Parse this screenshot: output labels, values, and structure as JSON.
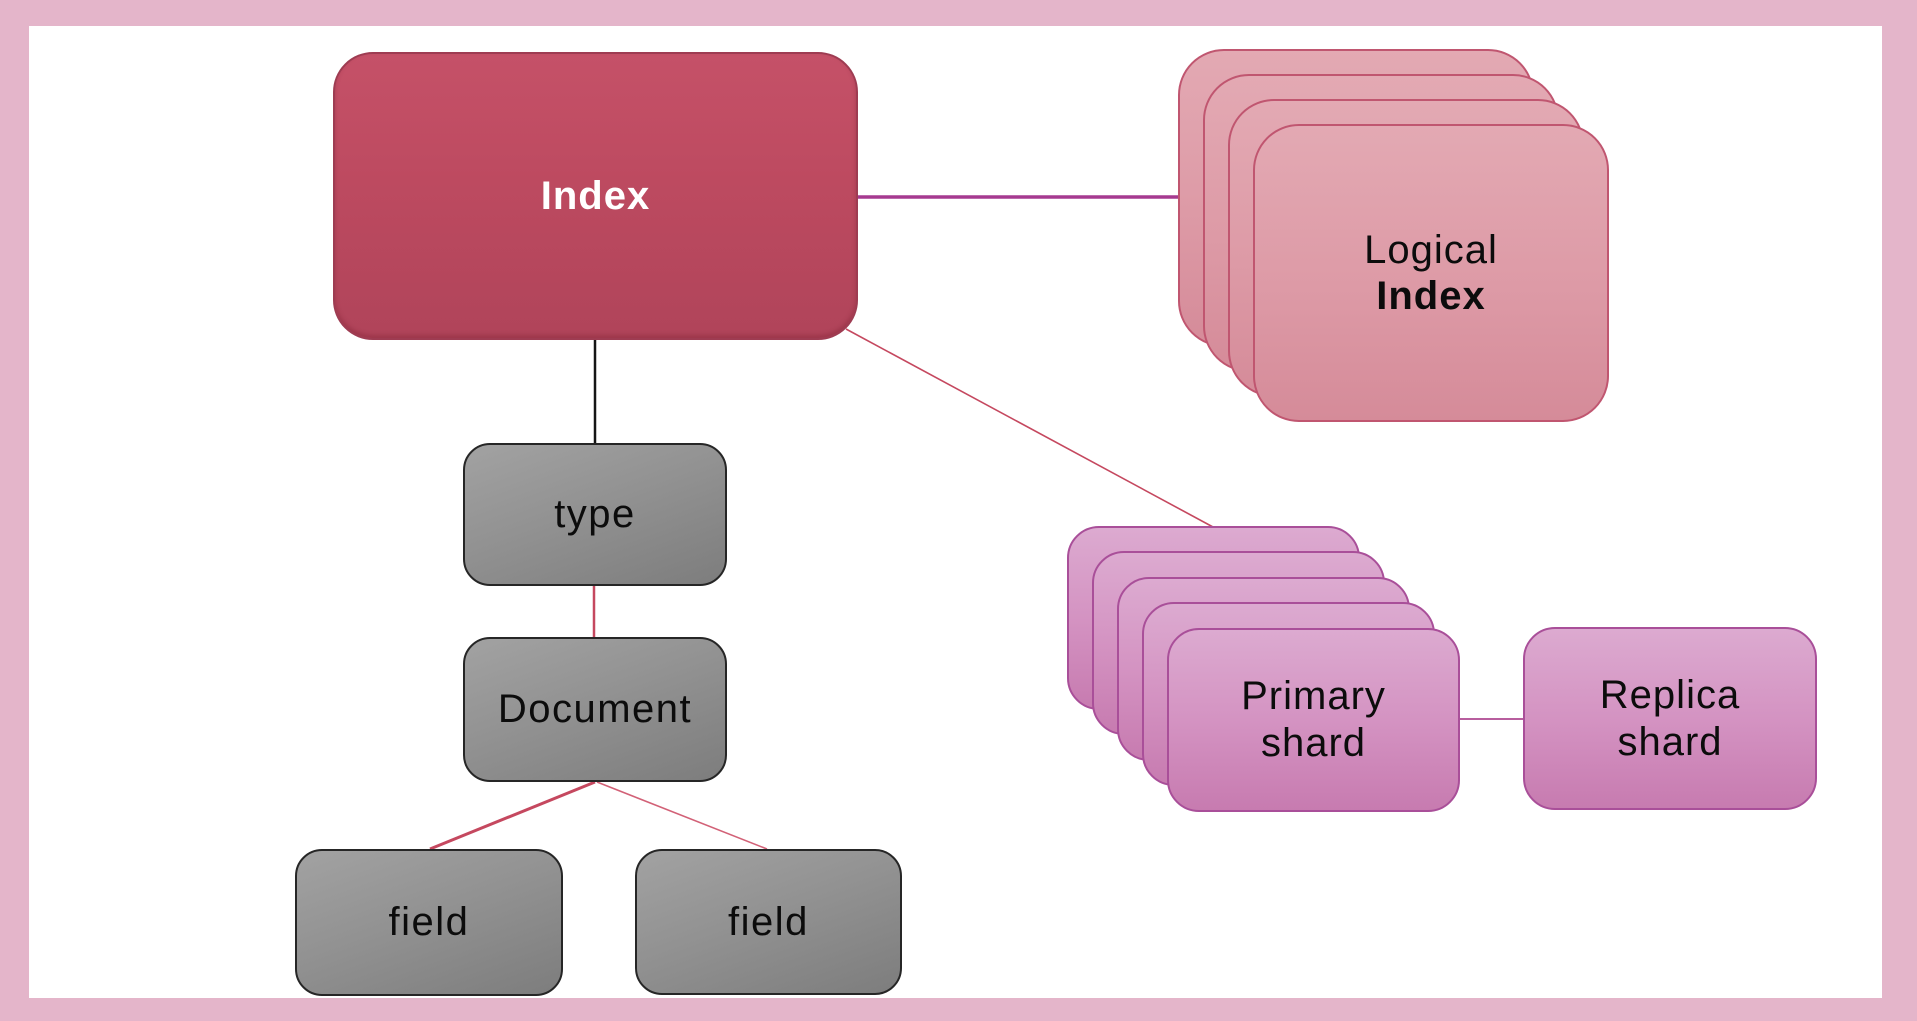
{
  "diagram": {
    "title_hint": "Elasticsearch index structure diagram",
    "nodes": {
      "index": {
        "label": "Index"
      },
      "logical_index": {
        "line1": "Logical",
        "line2": "Index"
      },
      "type": {
        "label": "type"
      },
      "document": {
        "label": "Document"
      },
      "field_left": {
        "label": "field"
      },
      "field_right": {
        "label": "field"
      },
      "primary_shard": {
        "line1": "Primary",
        "line2": "shard"
      },
      "replica_shard": {
        "line1": "Replica",
        "line2": "shard"
      }
    },
    "stacks": {
      "logical_index_card_count": 4,
      "primary_shard_card_count": 5
    },
    "colors": {
      "outer_border_pink": "#e4b5ca",
      "canvas_white": "#ffffff",
      "index_fill": "#bd4a60",
      "gray_fill": "#8f8f8f",
      "rose_fill": "#dd9aa6",
      "orchid_fill": "#d493c2",
      "connector_black": "#151515",
      "connector_red": "#c5485f",
      "connector_red_light": "#d26177",
      "connector_magenta": "#a63a90",
      "connector_pink": "#b85e9e"
    }
  }
}
